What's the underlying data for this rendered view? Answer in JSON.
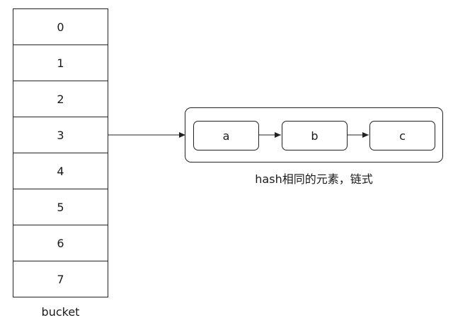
{
  "bucket": {
    "cells": [
      "0",
      "1",
      "2",
      "3",
      "4",
      "5",
      "6",
      "7"
    ],
    "label": "bucket"
  },
  "chain": {
    "nodes": [
      "a",
      "b",
      "c"
    ],
    "label": "hash相同的元素，链式"
  }
}
